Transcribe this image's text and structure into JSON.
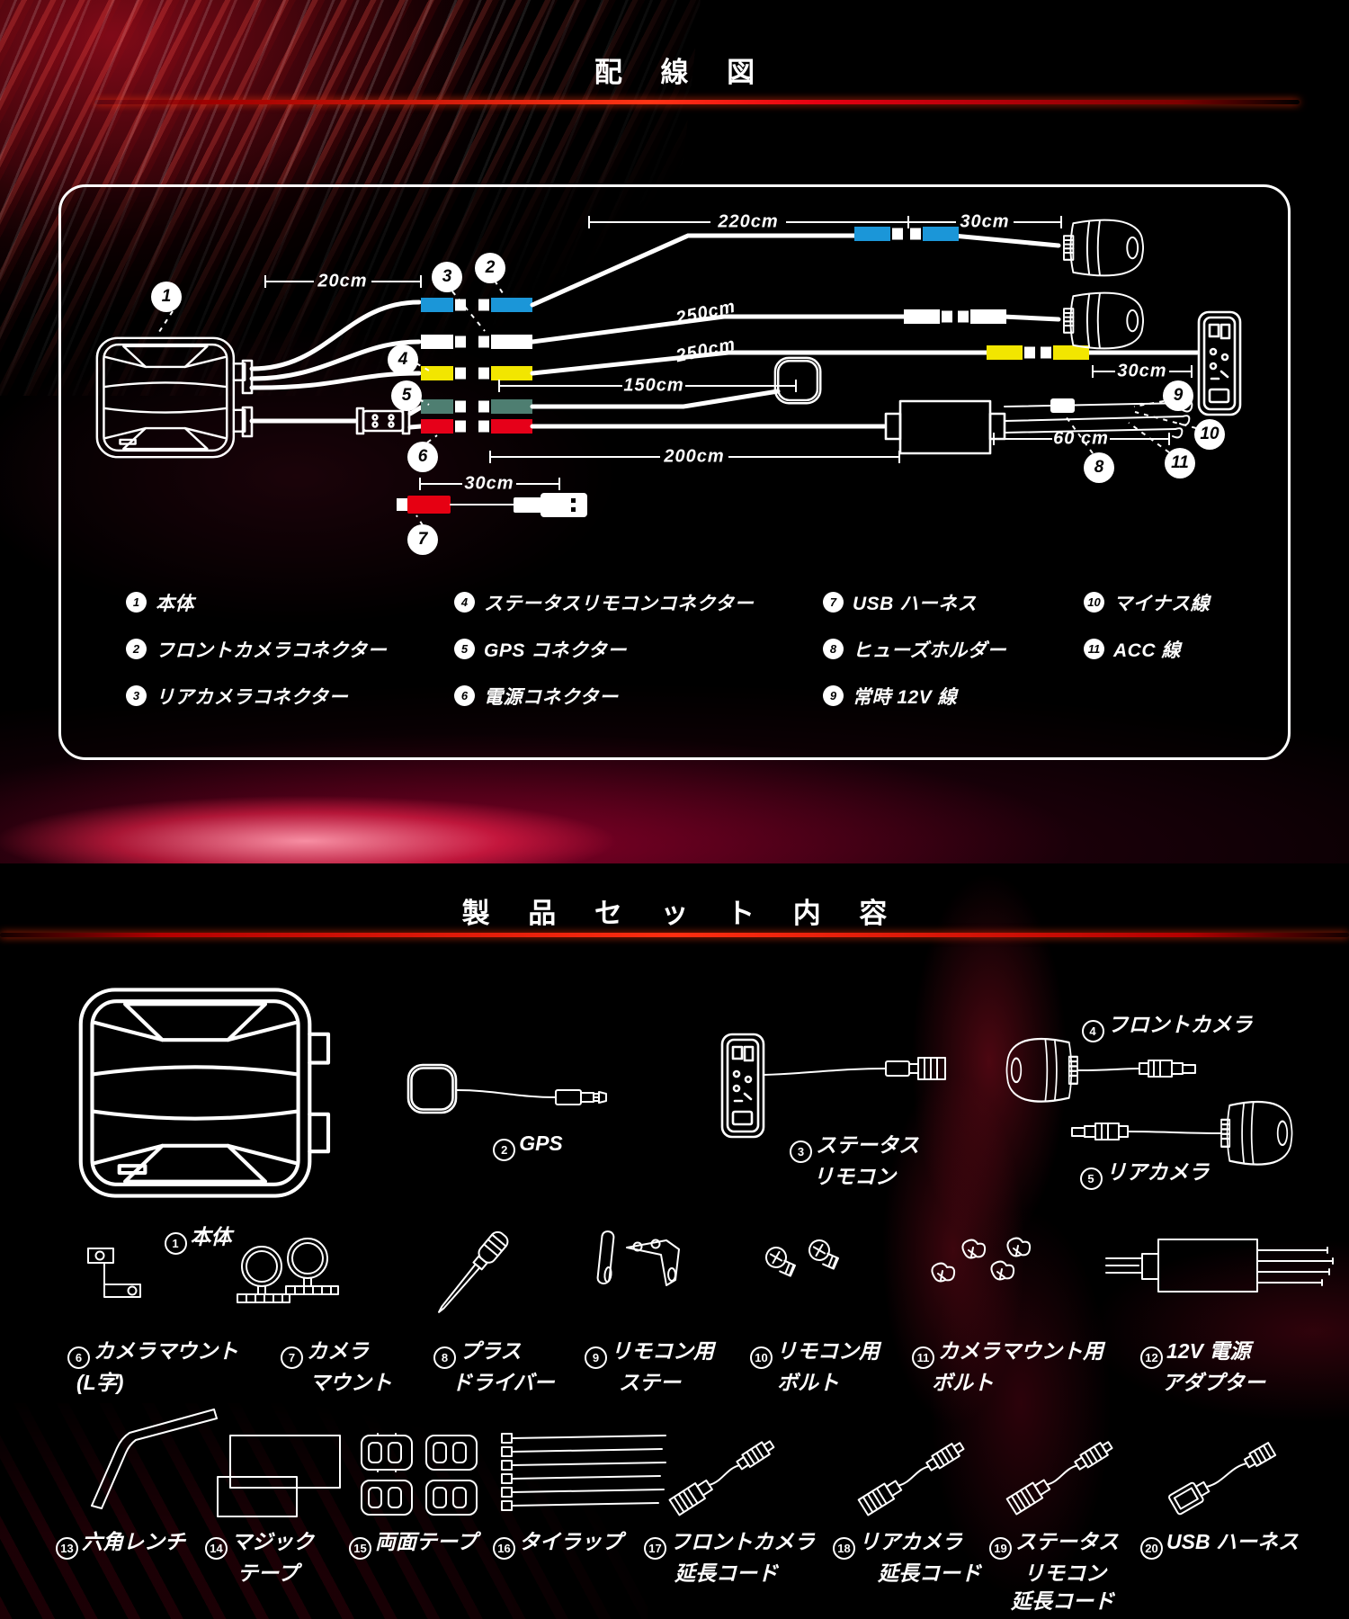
{
  "header": {
    "wiring_title": "配 線 図",
    "set_title": "製 品 セ ッ ト 内 容"
  },
  "wiring": {
    "measures": {
      "m20": "20cm",
      "m220": "220cm",
      "m30a": "30cm",
      "m250a": "250cm",
      "m250b": "250cm",
      "m150": "150cm",
      "m30b": "30cm",
      "m200": "200cm",
      "m60": "60 cm",
      "m30c": "30cm"
    },
    "callouts": {
      "c1": "1",
      "c2": "2",
      "c3": "3",
      "c4": "4",
      "c5": "5",
      "c6": "6",
      "c7": "7",
      "c8": "8",
      "c9": "9",
      "c10": "10",
      "c11": "11"
    },
    "legend": [
      {
        "num": "1",
        "label": "本体"
      },
      {
        "num": "2",
        "label": "フロントカメラコネクター"
      },
      {
        "num": "3",
        "label": "リアカメラコネクター"
      },
      {
        "num": "4",
        "label": "ステータスリモコンコネクター"
      },
      {
        "num": "5",
        "label": "GPS コネクター"
      },
      {
        "num": "6",
        "label": "電源コネクター"
      },
      {
        "num": "7",
        "label": "USB ハーネス"
      },
      {
        "num": "8",
        "label": "ヒューズホルダー"
      },
      {
        "num": "9",
        "label": "常時 12V 線"
      },
      {
        "num": "10",
        "label": "マイナス線"
      },
      {
        "num": "11",
        "label": "ACC 線"
      }
    ],
    "colors": {
      "blue": "#1b96d8",
      "yellow": "#f2e600",
      "teal": "#4e7e71",
      "red": "#e60019",
      "white": "#ffffff",
      "accent_red": "#e60012"
    }
  },
  "products": [
    {
      "num": "1",
      "lines": [
        "本体"
      ]
    },
    {
      "num": "2",
      "lines": [
        "GPS"
      ]
    },
    {
      "num": "3",
      "lines": [
        "ステータス",
        "リモコン"
      ]
    },
    {
      "num": "4",
      "lines": [
        "フロントカメラ"
      ]
    },
    {
      "num": "5",
      "lines": [
        "リアカメラ"
      ]
    },
    {
      "num": "6",
      "lines": [
        "カメラマウント",
        "(L字)"
      ]
    },
    {
      "num": "7",
      "lines": [
        "カメラ",
        "マウント"
      ]
    },
    {
      "num": "8",
      "lines": [
        "プラス",
        "ドライバー"
      ]
    },
    {
      "num": "9",
      "lines": [
        "リモコン用",
        "ステー"
      ]
    },
    {
      "num": "10",
      "lines": [
        "リモコン用",
        "ボルト"
      ]
    },
    {
      "num": "11",
      "lines": [
        "カメラマウント用",
        "ボルト"
      ]
    },
    {
      "num": "12",
      "lines": [
        "12V 電源",
        "アダプター"
      ]
    },
    {
      "num": "13",
      "lines": [
        "六角レンチ"
      ]
    },
    {
      "num": "14",
      "lines": [
        "マジック",
        "テープ"
      ]
    },
    {
      "num": "15",
      "lines": [
        "両面テープ"
      ]
    },
    {
      "num": "16",
      "lines": [
        "タイラップ"
      ]
    },
    {
      "num": "17",
      "lines": [
        "フロントカメラ",
        "延長コード"
      ]
    },
    {
      "num": "18",
      "lines": [
        "リアカメラ",
        "延長コード"
      ]
    },
    {
      "num": "19",
      "lines": [
        "ステータス",
        "リモコン",
        "延長コード"
      ]
    },
    {
      "num": "20",
      "lines": [
        "USB ハーネス"
      ]
    }
  ]
}
